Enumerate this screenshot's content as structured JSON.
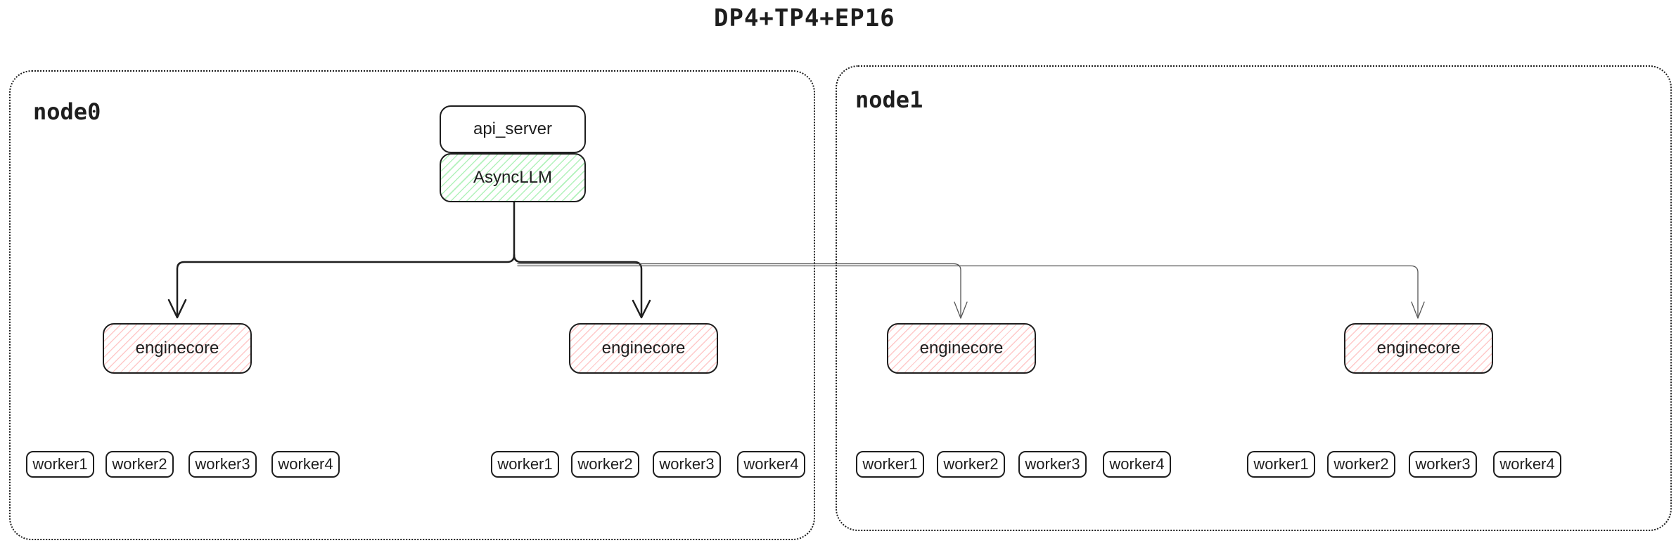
{
  "title": "DP4+TP4+EP16",
  "colors": {
    "stroke": "#1e1e1e",
    "green_hatch": "#b2f2bb",
    "red_hatch": "#ffc9c9",
    "thin_connector": "#555555",
    "background": "#ffffff"
  },
  "node0": {
    "label": "node0",
    "api_server": "api_server",
    "asyncllm": "AsyncLLM",
    "enginecores": [
      {
        "label": "enginecore",
        "workers": [
          "worker1",
          "worker2",
          "worker3",
          "worker4"
        ]
      },
      {
        "label": "enginecore",
        "workers": [
          "worker1",
          "worker2",
          "worker3",
          "worker4"
        ]
      }
    ]
  },
  "node1": {
    "label": "node1",
    "enginecores": [
      {
        "label": "enginecore",
        "workers": [
          "worker1",
          "worker2",
          "worker3",
          "worker4"
        ]
      },
      {
        "label": "enginecore",
        "workers": [
          "worker1",
          "worker2",
          "worker3",
          "worker4"
        ]
      }
    ]
  }
}
